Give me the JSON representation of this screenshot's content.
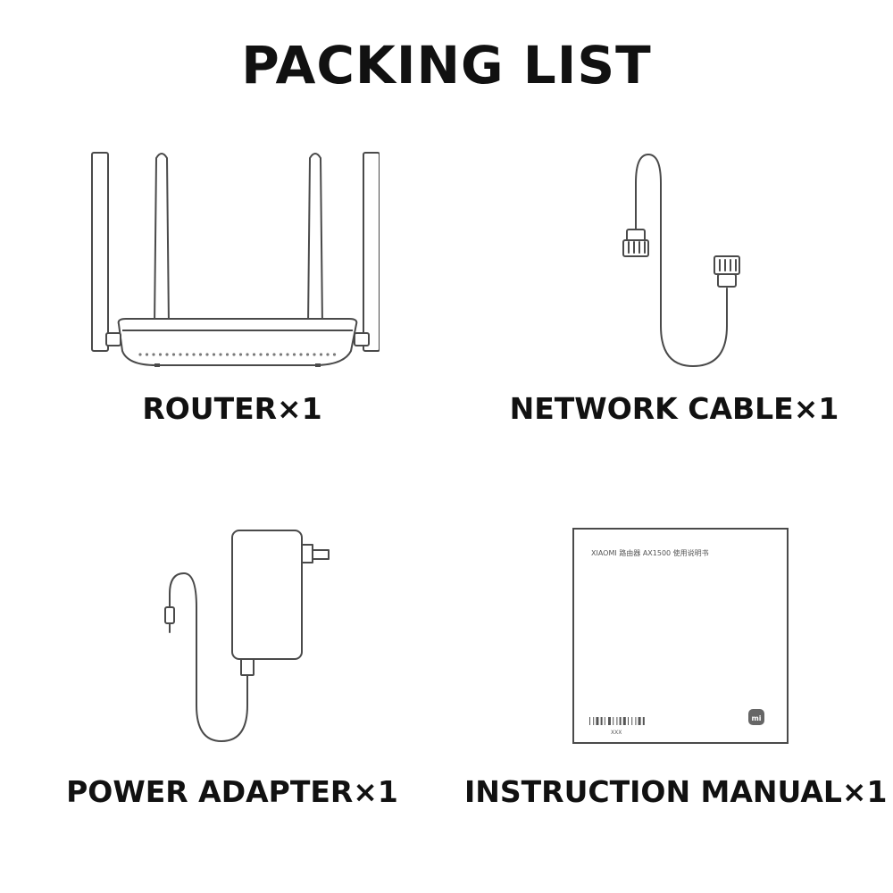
{
  "page": {
    "title": "PACKING LIST"
  },
  "items": [
    {
      "label": "ROUTER×1"
    },
    {
      "label": "NETWORK CABLE×1"
    },
    {
      "label": "POWER ADAPTER×1"
    },
    {
      "label": "INSTRUCTION MANUAL×1"
    }
  ],
  "manual_cover": {
    "header": "XIAOMI 路由器 AX1500 使用说明书",
    "code": "XXX",
    "logo": "mi"
  },
  "colors": {
    "line": "#4a4a4a",
    "text": "#111111",
    "background": "#ffffff"
  }
}
